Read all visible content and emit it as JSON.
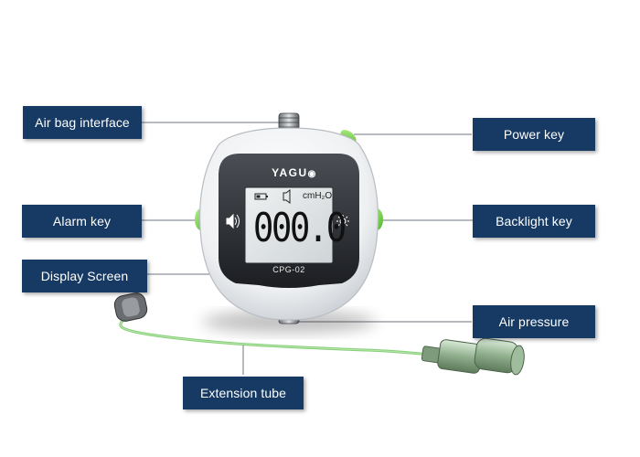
{
  "labels": {
    "air_bag_interface": "Air bag interface",
    "alarm_key": "Alarm key",
    "display_screen": "Display Screen",
    "power_key": "Power key",
    "backlight_key": "Backlight key",
    "air_pressure": "Air pressure",
    "extension_tube": "Extension tube"
  },
  "device": {
    "brand": "YAGU",
    "brand_mark": "◉",
    "model": "CPG-02",
    "reading": "000.0",
    "unit": "cmH₂O",
    "battery_icon": "battery-icon",
    "speaker_icon": "speaker-icon",
    "sun_icon": "backlight-icon"
  },
  "colors": {
    "label_bg": "#163a63",
    "leader_line": "#6f7780",
    "button_green": "#7dd64a",
    "tube_green": "#79c96a",
    "lcd_bg": "#dfe3e4"
  }
}
